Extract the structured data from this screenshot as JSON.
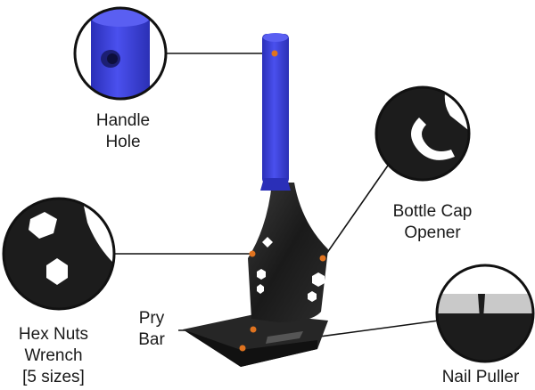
{
  "title": "",
  "callouts": {
    "handle_hole": {
      "line1": "Handle",
      "line2": "Hole"
    },
    "bottle_cap": {
      "line1": "Bottle Cap",
      "line2": "Opener"
    },
    "hex_nuts": {
      "line1": "Hex Nuts",
      "line2": "Wrench",
      "line3": "[5 sizes]"
    },
    "pry_bar": {
      "line1": "Pry",
      "line2": "Bar"
    },
    "nail_puller": {
      "line1": "Nail Puller"
    }
  },
  "colors": {
    "handle": "#3a3fd6",
    "metal": "#1e1e1e",
    "marker": "#e0731f",
    "leader": "#111111"
  }
}
